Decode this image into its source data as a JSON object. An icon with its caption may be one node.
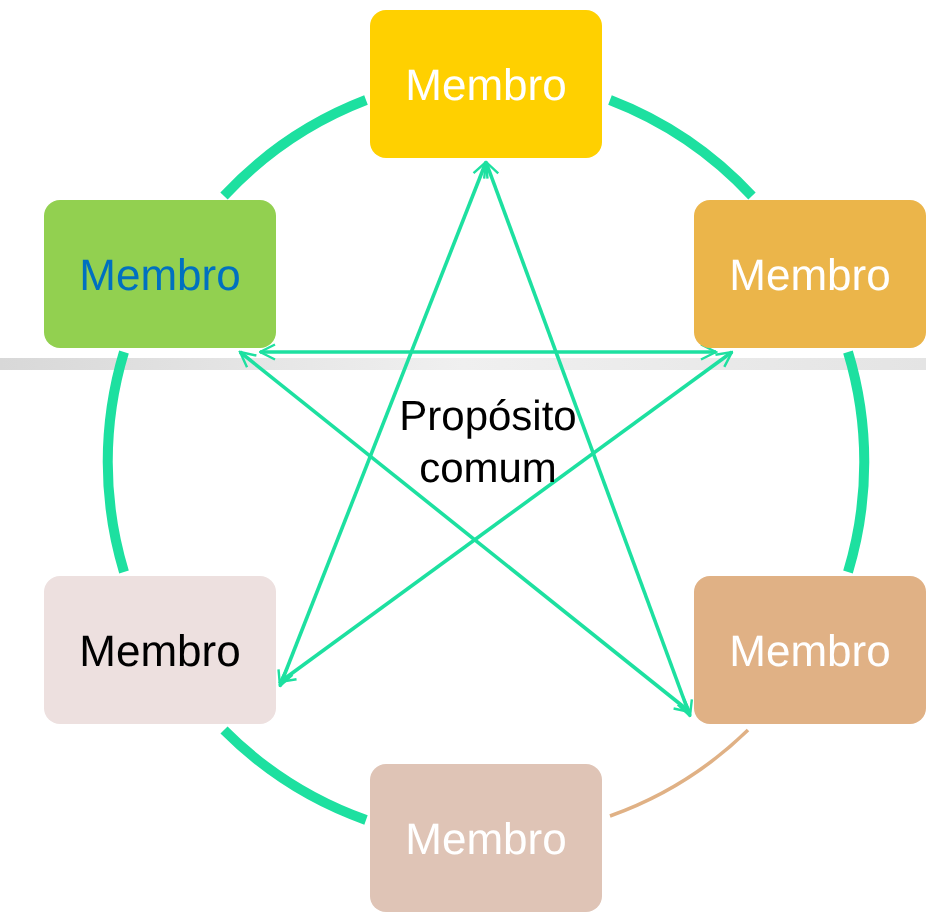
{
  "diagram": {
    "nodes": [
      {
        "text": [
          "Membro"
        ]
      },
      {
        "text": [
          "Membro"
        ]
      },
      {
        "text": [
          "Membro"
        ]
      },
      {
        "text": [
          "Membro"
        ]
      },
      {
        "text": [
          "Membro"
        ]
      },
      {
        "text": [
          "Membro"
        ]
      }
    ],
    "edges": [
      {
        "from": 0,
        "to": 3,
        "arrow": "both"
      },
      {
        "from": 0,
        "to": 4,
        "arrow": "both"
      },
      {
        "from": 1,
        "to": 2,
        "arrow": "both"
      },
      {
        "from": 1,
        "to": 4,
        "arrow": "both"
      },
      {
        "from": 2,
        "to": 3,
        "arrow": "both"
      },
      {
        "from": 0,
        "to": 1,
        "arrow": "none",
        "style": "thick"
      },
      {
        "from": 0,
        "to": 2,
        "arrow": "none",
        "style": "thick"
      },
      {
        "from": 1,
        "to": 3,
        "arrow": "none",
        "style": "thick"
      },
      {
        "from": 2,
        "to": 4,
        "arrow": "none",
        "style": "thick"
      },
      {
        "from": 3,
        "to": 5,
        "arrow": "none",
        "style": "thick"
      },
      {
        "from": 5,
        "to": 4,
        "arrow": "none",
        "color": "#e0b185"
      }
    ],
    "labels": [
      "Propósito comum"
    ]
  }
}
